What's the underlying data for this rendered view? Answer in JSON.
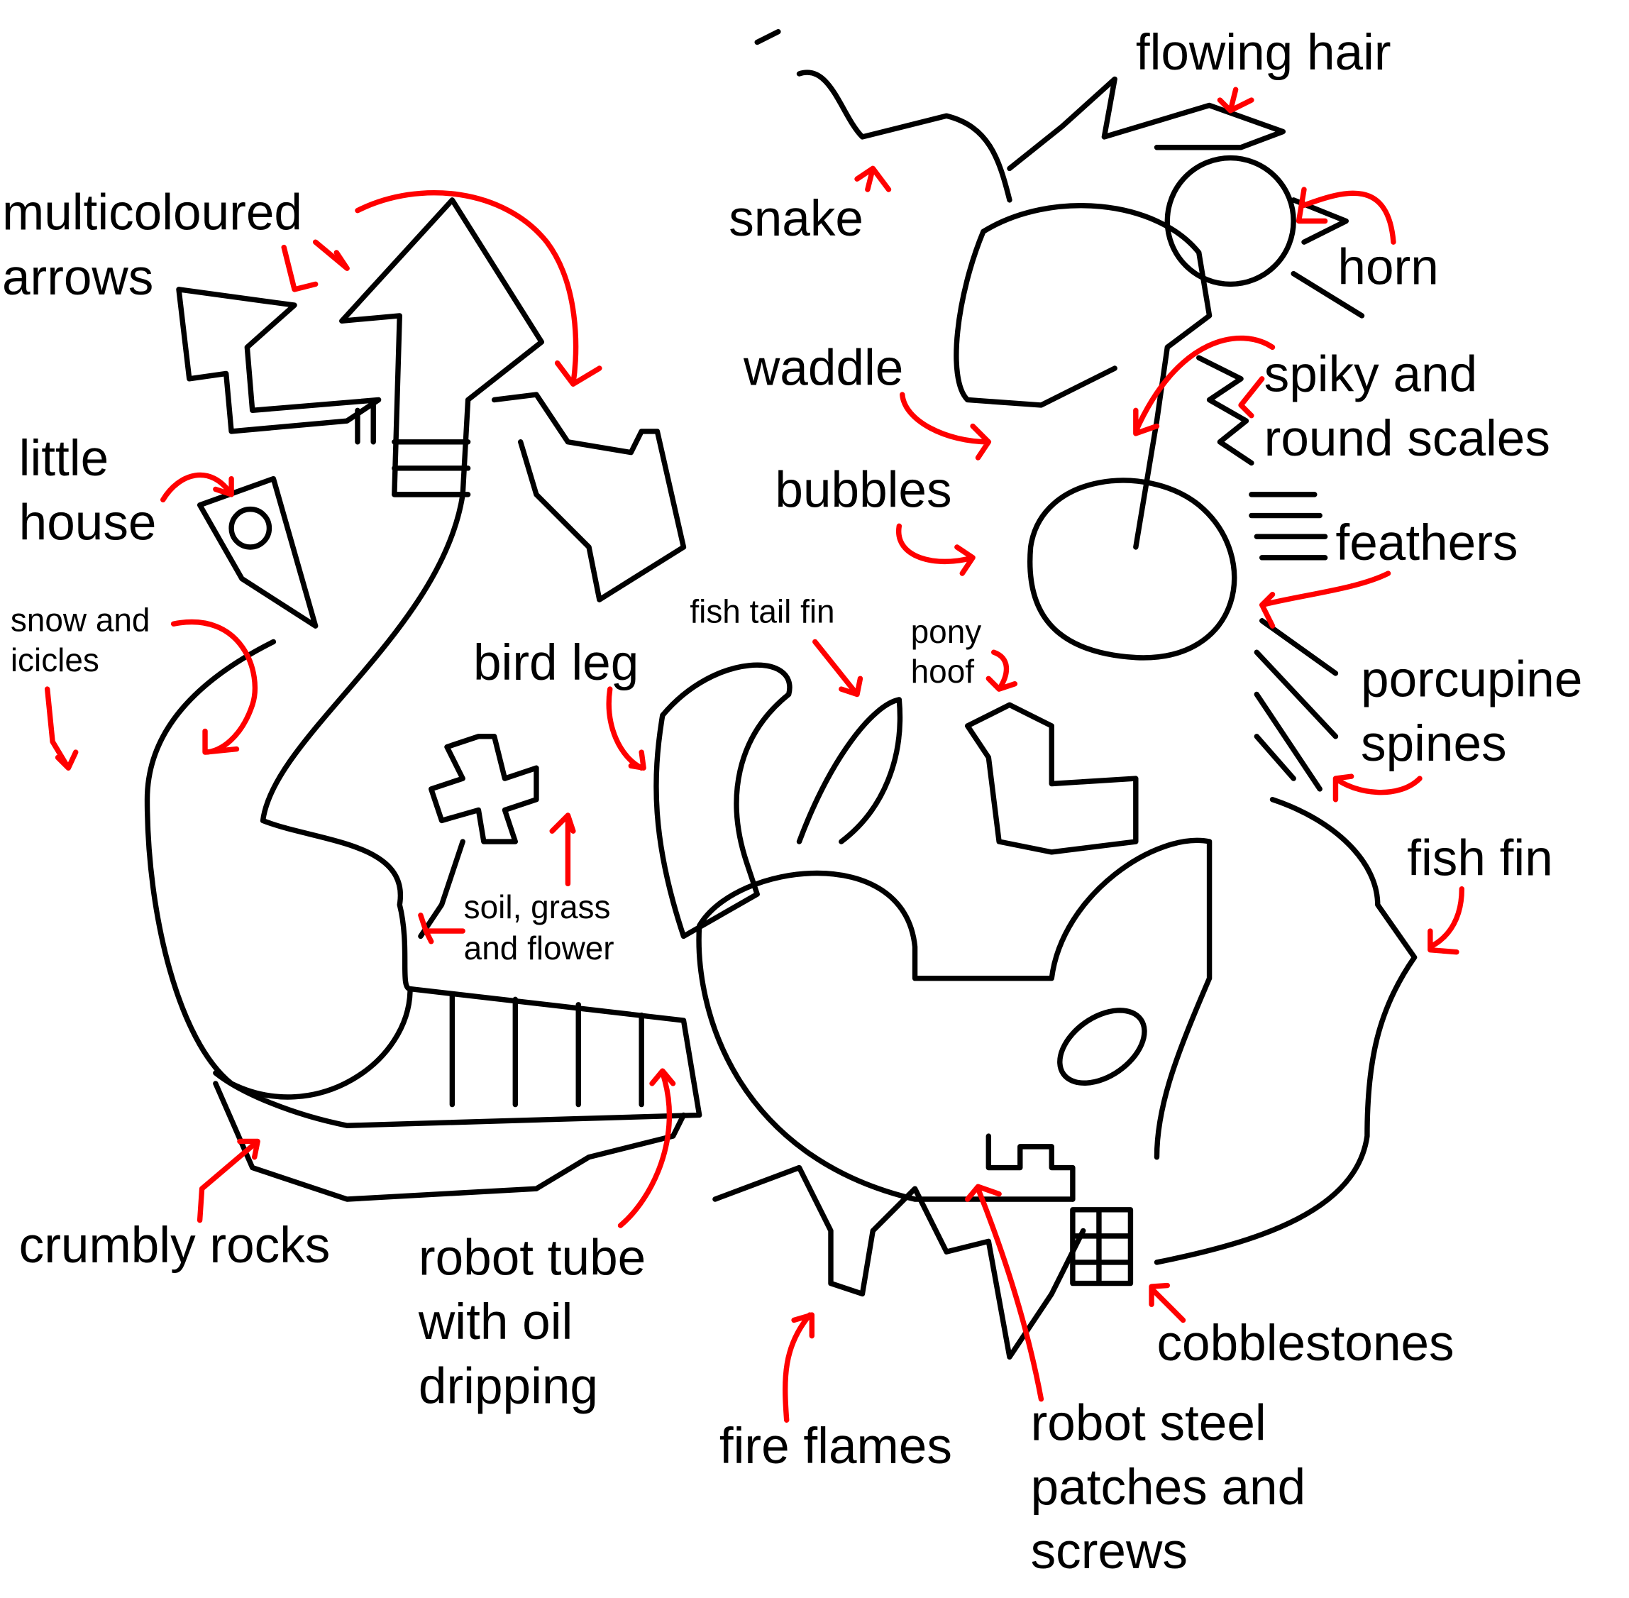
{
  "diagram": {
    "colors": {
      "ink": "#000000",
      "arrows": "#ff0000",
      "background": "#ffffff"
    },
    "labels": {
      "flowing_hair": "flowing hair",
      "snake": "snake",
      "horn": "horn",
      "multicoloured": [
        "multicoloured",
        "arrows"
      ],
      "waddle": "waddle",
      "scales": [
        "spiky and",
        "round scales"
      ],
      "little_house": [
        "little",
        "house"
      ],
      "bubbles": "bubbles",
      "feathers": "feathers",
      "snow": [
        "snow and",
        "icicles"
      ],
      "fish_tail_fin": "fish tail fin",
      "pony_hoof": [
        "pony",
        "hoof"
      ],
      "bird_leg": "bird leg",
      "porcupine": [
        "porcupine",
        "spines"
      ],
      "fish_fin": "fish fin",
      "soil": [
        "soil, grass",
        "and flower"
      ],
      "crumbly_rocks": "crumbly rocks",
      "robot_tube": [
        "robot tube",
        "with oil",
        "dripping"
      ],
      "cobblestones": "cobblestones",
      "fire_flames": "fire flames",
      "robot_steel": [
        "robot steel",
        "patches and",
        "screws"
      ]
    }
  }
}
